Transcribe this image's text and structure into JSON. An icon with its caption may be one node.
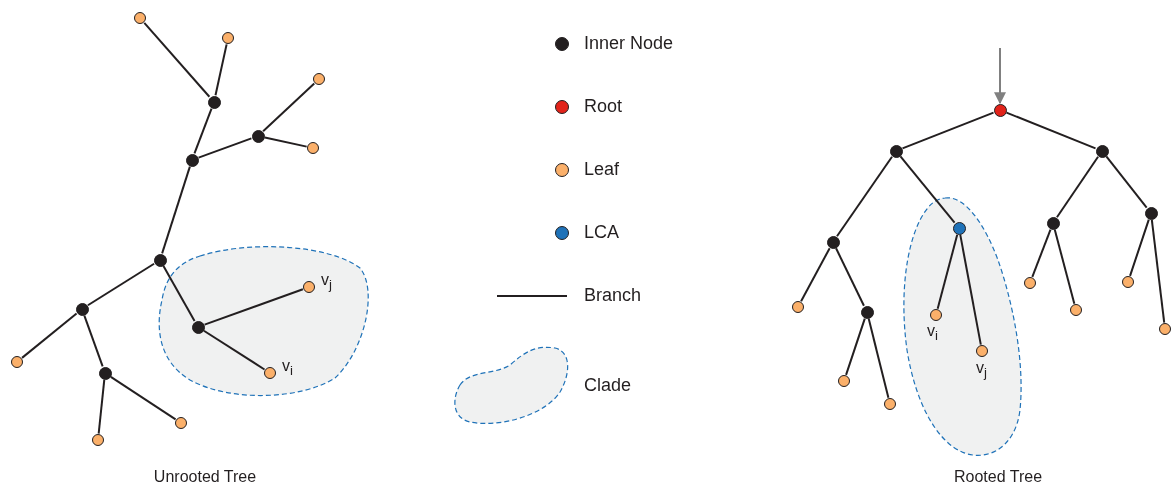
{
  "diagram": {
    "nodes": [
      {
        "text": [],
        "shape": "circle"
      },
      {
        "text": [],
        "shape": "circle"
      },
      {
        "text": [],
        "shape": "circle"
      },
      {
        "text": [],
        "shape": "circle"
      },
      {
        "text": [],
        "shape": "circle"
      },
      {
        "text": [],
        "shape": "circle"
      },
      {
        "text": [],
        "shape": "circle"
      },
      {
        "text": [],
        "shape": "circle"
      },
      {
        "text": [],
        "shape": "circle",
        "beside": [
          "v$_{j}$"
        ]
      },
      {
        "text": [],
        "shape": "circle"
      },
      {
        "text": [],
        "shape": "circle"
      },
      {
        "text": [],
        "shape": "circle",
        "beside": [
          "v$_{i}$"
        ]
      },
      {
        "text": [],
        "shape": "circle"
      },
      {
        "text": [],
        "shape": "circle"
      },
      {
        "text": [],
        "shape": "circle"
      },
      {
        "text": [],
        "shape": "circle"
      },
      {
        "text": [],
        "shape": "circle"
      },
      {
        "text": [],
        "shape": "circle"
      },
      {
        "text": [],
        "shape": "circle"
      },
      {
        "text": [],
        "shape": "circle"
      },
      {
        "text": [],
        "shape": "circle"
      },
      {
        "text": [],
        "shape": "circle"
      },
      {
        "text": [],
        "shape": "circle"
      },
      {
        "text": [],
        "shape": "circle"
      },
      {
        "text": [],
        "shape": "circle"
      },
      {
        "text": [],
        "shape": "circle"
      },
      {
        "text": [],
        "shape": "circle"
      },
      {
        "text": [],
        "shape": "circle"
      },
      {
        "text": [],
        "shape": "circle",
        "beside": [
          "v$_{i}$"
        ]
      },
      {
        "text": [],
        "shape": "circle"
      },
      {
        "text": [],
        "shape": "circle",
        "beside": [
          "v$_{j}$"
        ]
      },
      {
        "text": [],
        "shape": "circle"
      },
      {
        "text": [],
        "shape": "circle"
      }
    ],
    "edges": [
      {
        "from": 0,
        "to": 2,
        "arrow": "none"
      },
      {
        "from": 1,
        "to": 2,
        "arrow": "none"
      },
      {
        "from": 2,
        "to": 5,
        "arrow": "none"
      },
      {
        "from": 3,
        "to": 4,
        "arrow": "none"
      },
      {
        "from": 6,
        "to": 4,
        "arrow": "none"
      },
      {
        "from": 4,
        "to": 5,
        "arrow": "none"
      },
      {
        "from": 5,
        "to": 7,
        "arrow": "none"
      },
      {
        "from": 7,
        "to": 9,
        "arrow": "none"
      },
      {
        "from": 9,
        "to": 8,
        "arrow": "none"
      },
      {
        "from": 9,
        "to": 11,
        "arrow": "none"
      },
      {
        "from": 7,
        "to": 10,
        "arrow": "none"
      },
      {
        "from": 10,
        "to": 12,
        "arrow": "none"
      },
      {
        "from": 10,
        "to": 13,
        "arrow": "none"
      },
      {
        "from": 13,
        "to": 15,
        "arrow": "none"
      },
      {
        "from": 13,
        "to": 14,
        "arrow": "none"
      },
      {
        "from": null,
        "to": 16,
        "arrow": "to",
        "color": "#808080"
      },
      {
        "from": 16,
        "to": 17,
        "arrow": "none"
      },
      {
        "from": 16,
        "to": 18,
        "arrow": "none"
      },
      {
        "from": 17,
        "to": 22,
        "arrow": "none"
      },
      {
        "from": 17,
        "to": 19,
        "arrow": "none"
      },
      {
        "from": 22,
        "to": 25,
        "arrow": "none"
      },
      {
        "from": 22,
        "to": 26,
        "arrow": "none"
      },
      {
        "from": 26,
        "to": 31,
        "arrow": "none"
      },
      {
        "from": 26,
        "to": 32,
        "arrow": "none"
      },
      {
        "from": 19,
        "to": 28,
        "arrow": "none"
      },
      {
        "from": 19,
        "to": 30,
        "arrow": "none"
      },
      {
        "from": 18,
        "to": 21,
        "arrow": "none"
      },
      {
        "from": 18,
        "to": 20,
        "arrow": "none"
      },
      {
        "from": 21,
        "to": 23,
        "arrow": "none"
      },
      {
        "from": 21,
        "to": 27,
        "arrow": "none"
      },
      {
        "from": 20,
        "to": 24,
        "arrow": "none"
      },
      {
        "from": 20,
        "to": 29,
        "arrow": "none"
      }
    ],
    "labels": [
      "Unrooted Tree",
      "Rooted Tree"
    ],
    "legend": [
      {
        "text": "Inner Node",
        "color": "#231f20"
      },
      {
        "text": "Root",
        "color": "#e2231a"
      },
      {
        "text": "Leaf",
        "color": "#fbb06a"
      },
      {
        "text": "LCA",
        "color": "#1f72b8"
      },
      {
        "text": "Branch"
      },
      {
        "text": "Clade"
      }
    ]
  }
}
